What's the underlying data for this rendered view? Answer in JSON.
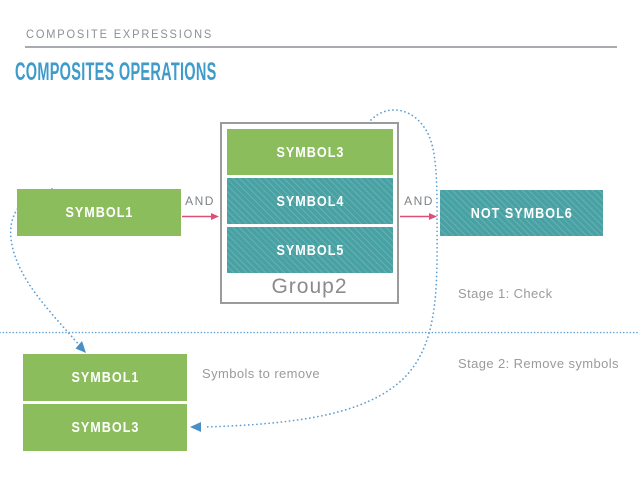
{
  "slide": {
    "kicker": "COMPOSITE EXPRESSIONS",
    "title": "COMPOSITES OPERATIONS"
  },
  "colors": {
    "title_blue": "#3e9bcb",
    "symbol_green": "#8cbd5c",
    "symbol_teal": "#48a1a3",
    "connector_pink": "#dc4f76",
    "dotted_blue": "#5f9fd3",
    "caption_gray": "#9b9b9b",
    "group_border_gray": "#9b9b9b"
  },
  "diagram": {
    "stage1": {
      "input_symbol": "SYMBOL1",
      "and_left": "AND",
      "and_right": "AND",
      "group": {
        "label": "Group2",
        "items": [
          {
            "label": "SYMBOL3",
            "style": "green"
          },
          {
            "label": "SYMBOL4",
            "style": "teal-hatched"
          },
          {
            "label": "SYMBOL5",
            "style": "teal-hatched"
          }
        ]
      },
      "result_symbol": "NOT SYMBOL6",
      "caption": "Stage 1: Check"
    },
    "stage2": {
      "caption": "Stage 2: Remove symbols",
      "note": "Symbols to remove",
      "symbols_to_remove": [
        {
          "label": "SYMBOL1"
        },
        {
          "label": "SYMBOL3"
        }
      ]
    }
  }
}
